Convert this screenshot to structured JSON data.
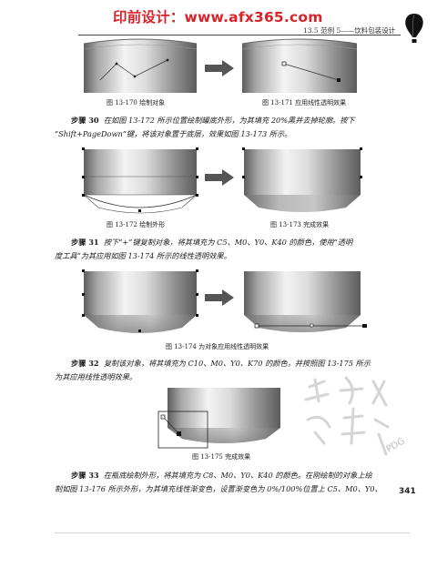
{
  "header": {
    "watermark": "印前设计：www.afx365.com",
    "chapter": "13.5  范例 5——饮料包装设计"
  },
  "figures": [
    {
      "caption": "图 13-170   绘制对象"
    },
    {
      "caption": "图 13-171   应用线性透明效果"
    },
    {
      "caption": "图 13-172   绘制外形"
    },
    {
      "caption": "图 13-173   完成效果"
    },
    {
      "caption": "图 13-174   为对象应用线性透明效果"
    },
    {
      "caption": "图 13-175   完成效果"
    }
  ],
  "paragraphs": {
    "p30": {
      "step": "步骤 30",
      "line1": "在如图 13-172 所示位置绘制罐底外形，为其填充 20%黑并去掉轮廓。按下",
      "line2": "“Shift+PageDown”键，将该对象置于底层，效果如图 13-173 所示。"
    },
    "p31": {
      "step": "步骤 31",
      "line1": "按下“+”键复制对象，将其填充为 C5、M0、Y0、K40 的颜色，使用“透明",
      "line2": "度工具”为其应用如图 13-174 所示的线性透明效果。"
    },
    "p32": {
      "step": "步骤 32",
      "line1": "复制该对象，将其填充为 C10、M0、Y0、K70 的颜色，并按照图 13-175 所示",
      "line2": "为其应用线性透明效果。"
    },
    "p33": {
      "step": "步骤 33",
      "line1": "在瓶底绘制外形，将其填充为 C8、M0、Y0、K40 的颜色。在刚绘制的对象上绘",
      "line2": "制如图 13-176 所示外形，为其填充线性渐变色，设置渐变色为 0%/100%位置上 C5、M0、Y0、"
    }
  },
  "page_number": "341",
  "corner_mark": "PDG",
  "colors": {
    "watermark": "#d8232a",
    "can_dark": "#5d5d5d",
    "can_light": "#f2f2f2",
    "arrow": "#555555"
  }
}
